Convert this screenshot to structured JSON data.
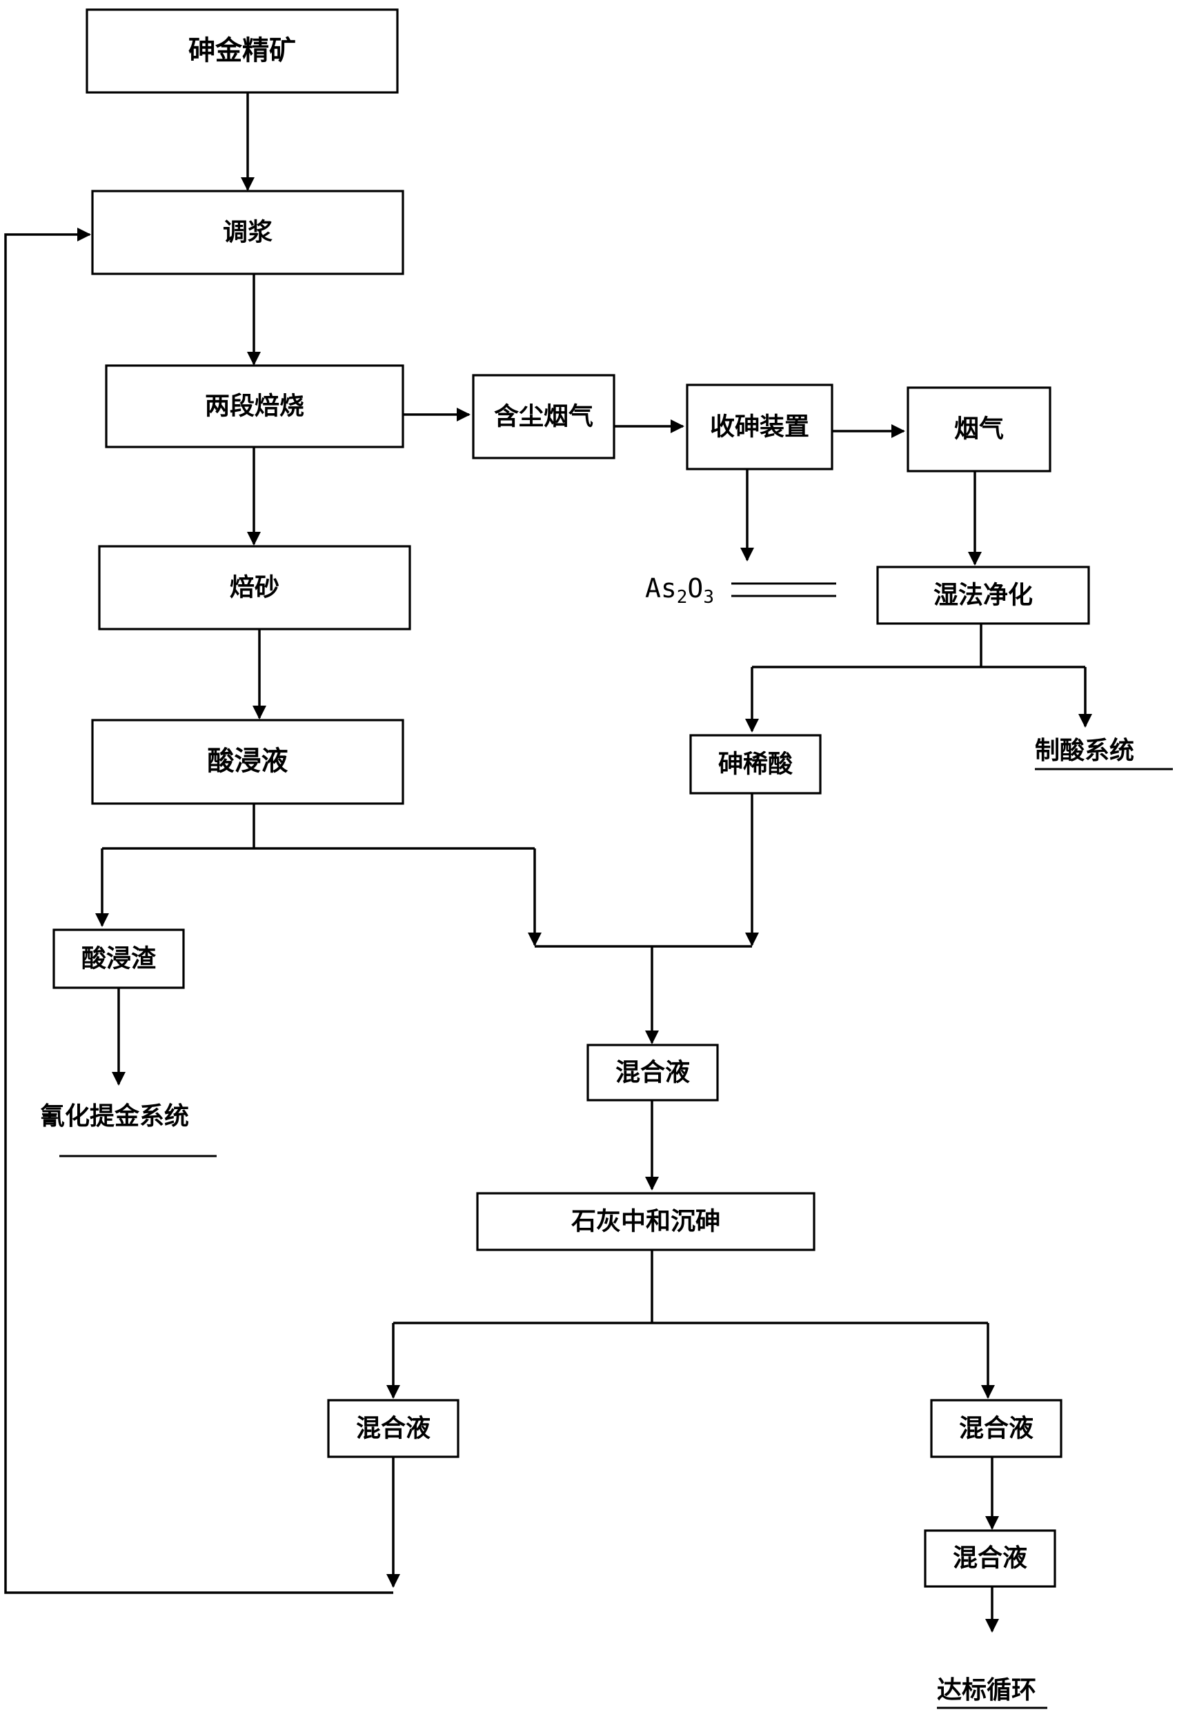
{
  "colors": {
    "line": "#000000",
    "box_fill": "#ffffff",
    "text": "#000000"
  },
  "nodes": {
    "concentrate": "砷金精矿",
    "slurry": "调浆",
    "roasting": "两段焙烧",
    "dusty_gas": "含尘烟气",
    "arsenic_collector": "收砷装置",
    "flue_gas": "烟气",
    "calcine": "焙砂",
    "wet_purification": "湿法净化",
    "leach_liquor": "酸浸液",
    "dilute_arsenic_acid": "砷稀酸",
    "leach_residue": "酸浸渣",
    "mixed_liquor": "混合液",
    "lime_neutralization": "石灰中和沉砷",
    "mixed_liquor_left": "混合液",
    "mixed_liquor_right": "混合液",
    "mixed_liquor_right_2": "混合液"
  },
  "outputs": {
    "as2o3": {
      "base": "As",
      "sub1": "2",
      "mid": "O",
      "sub2": "3"
    },
    "acid_system": "制酸系统",
    "cyanide_gold_system": "氰化提金系统",
    "recycle": "达标循环"
  }
}
